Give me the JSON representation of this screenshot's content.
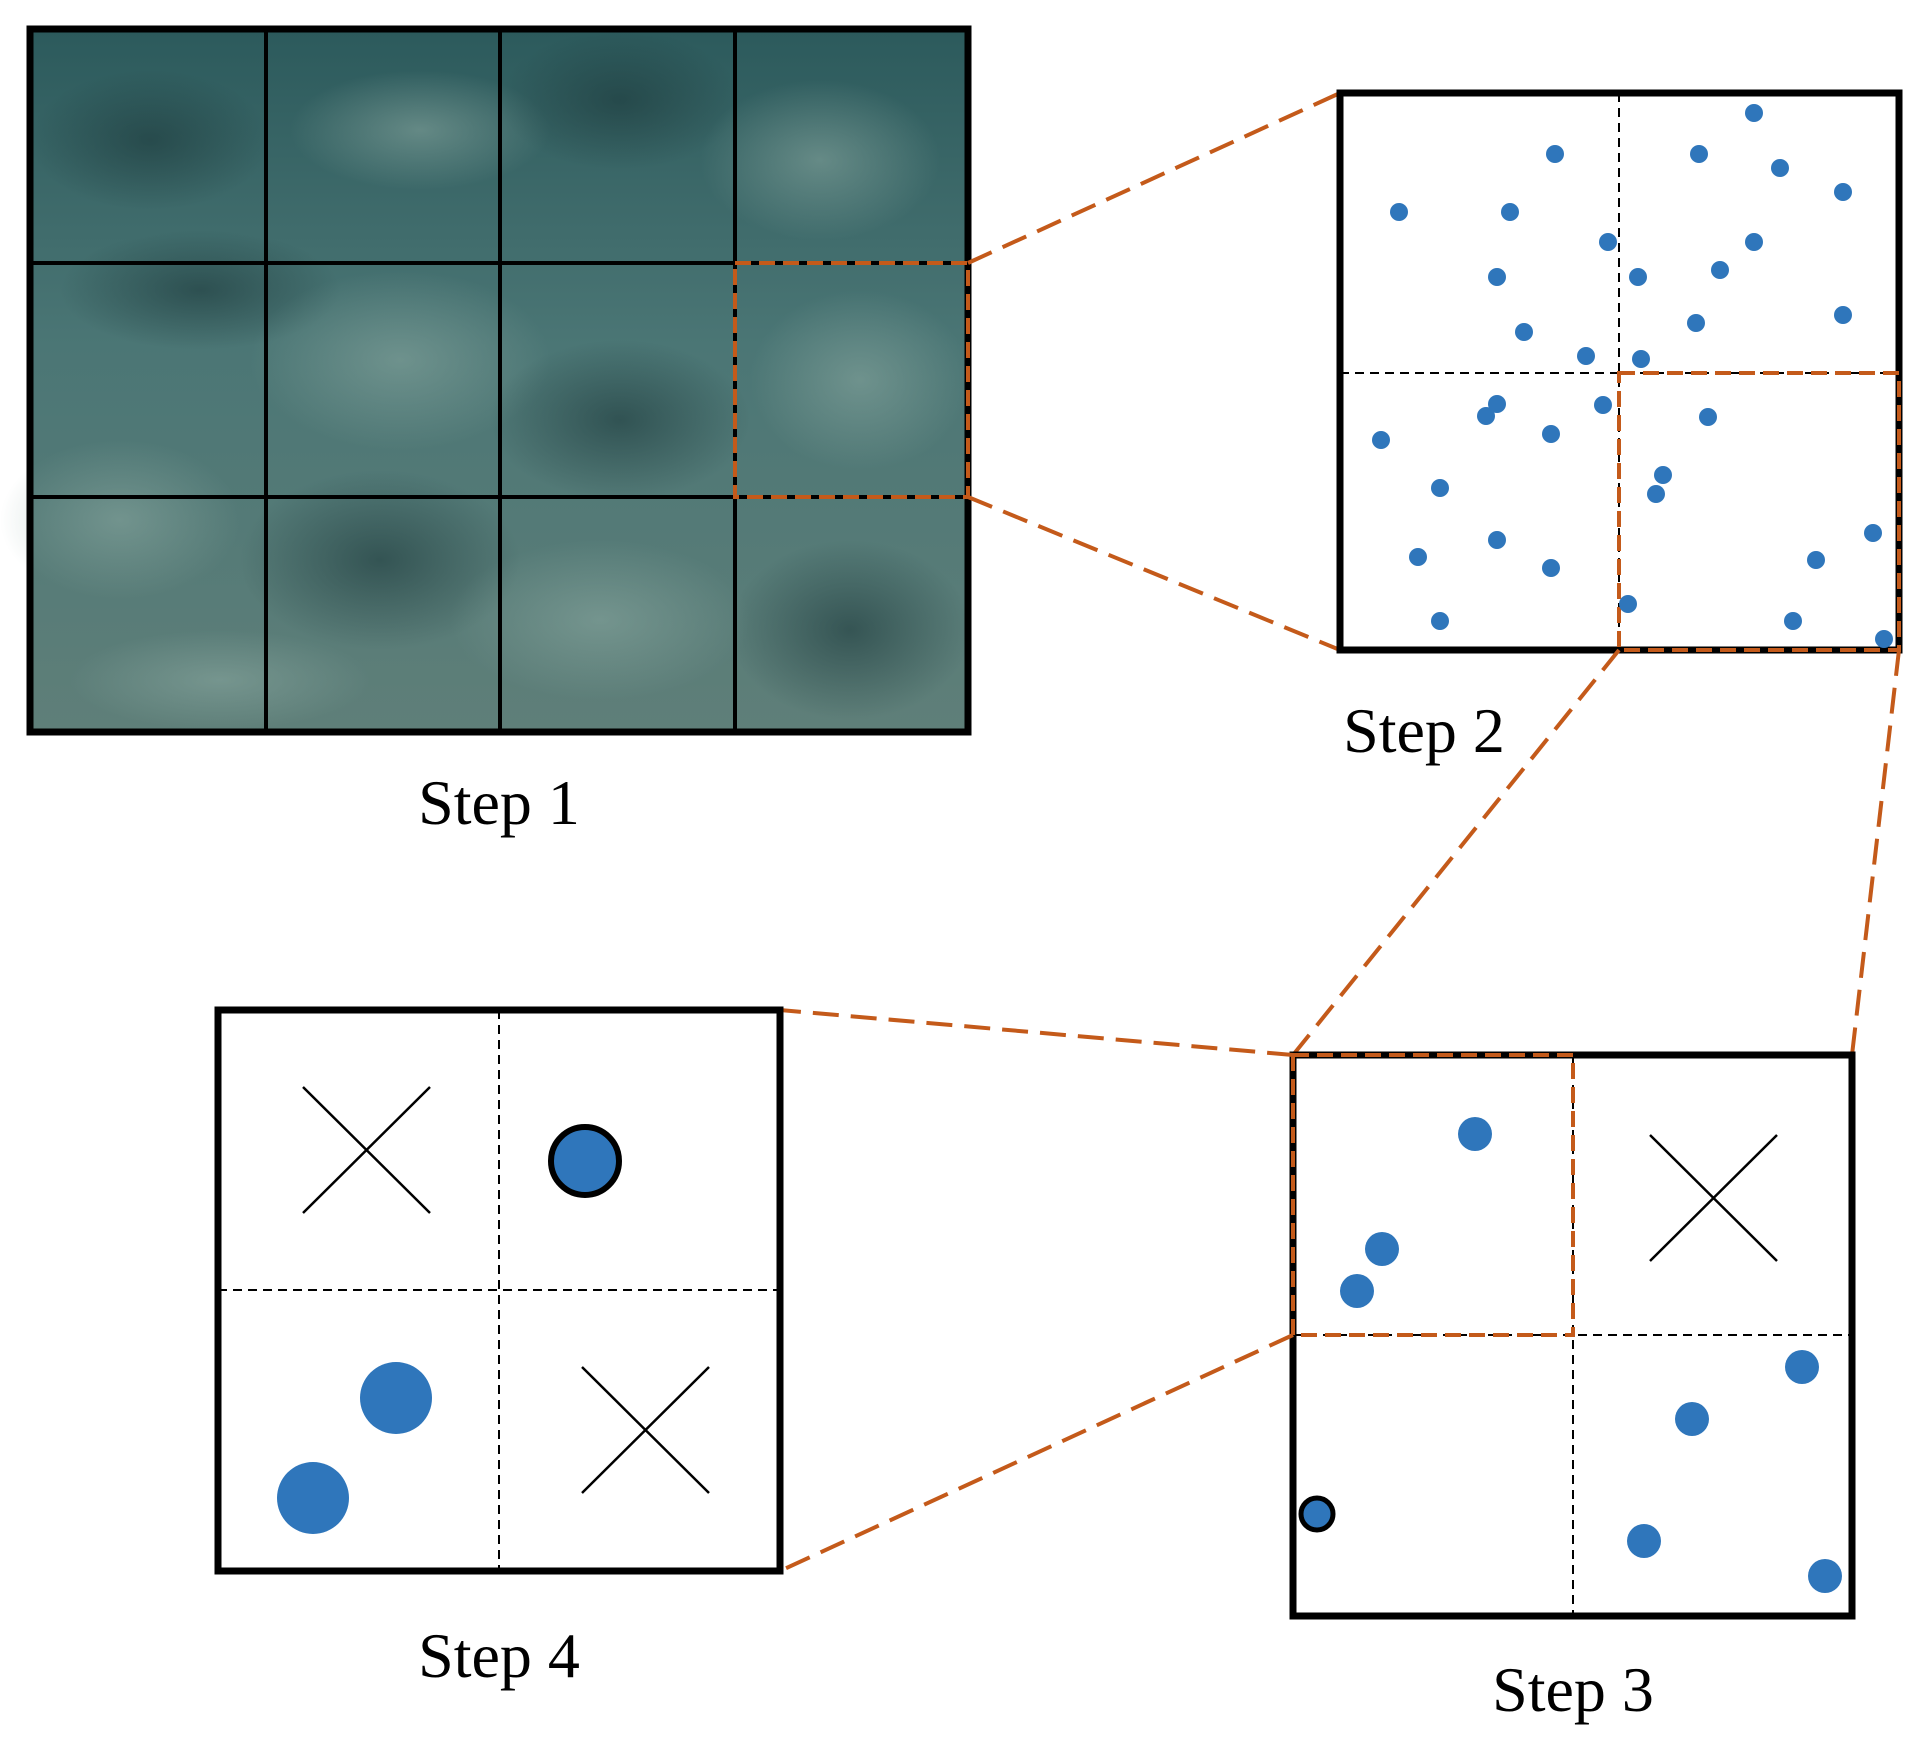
{
  "steps": {
    "step1": {
      "label": "Step 1"
    },
    "step2": {
      "label": "Step 2"
    },
    "step3": {
      "label": "Step 3"
    },
    "step4": {
      "label": "Step 4"
    }
  },
  "colors": {
    "highlight": "#c45a1a",
    "point": "#2f76bb",
    "frame": "#000000",
    "water_dark": "#2a4f52",
    "water_mid": "#4a7777",
    "water_light": "#7a9c97"
  },
  "icons": {
    "empty_cell": "cross-mark-icon",
    "point": "dot-icon"
  }
}
